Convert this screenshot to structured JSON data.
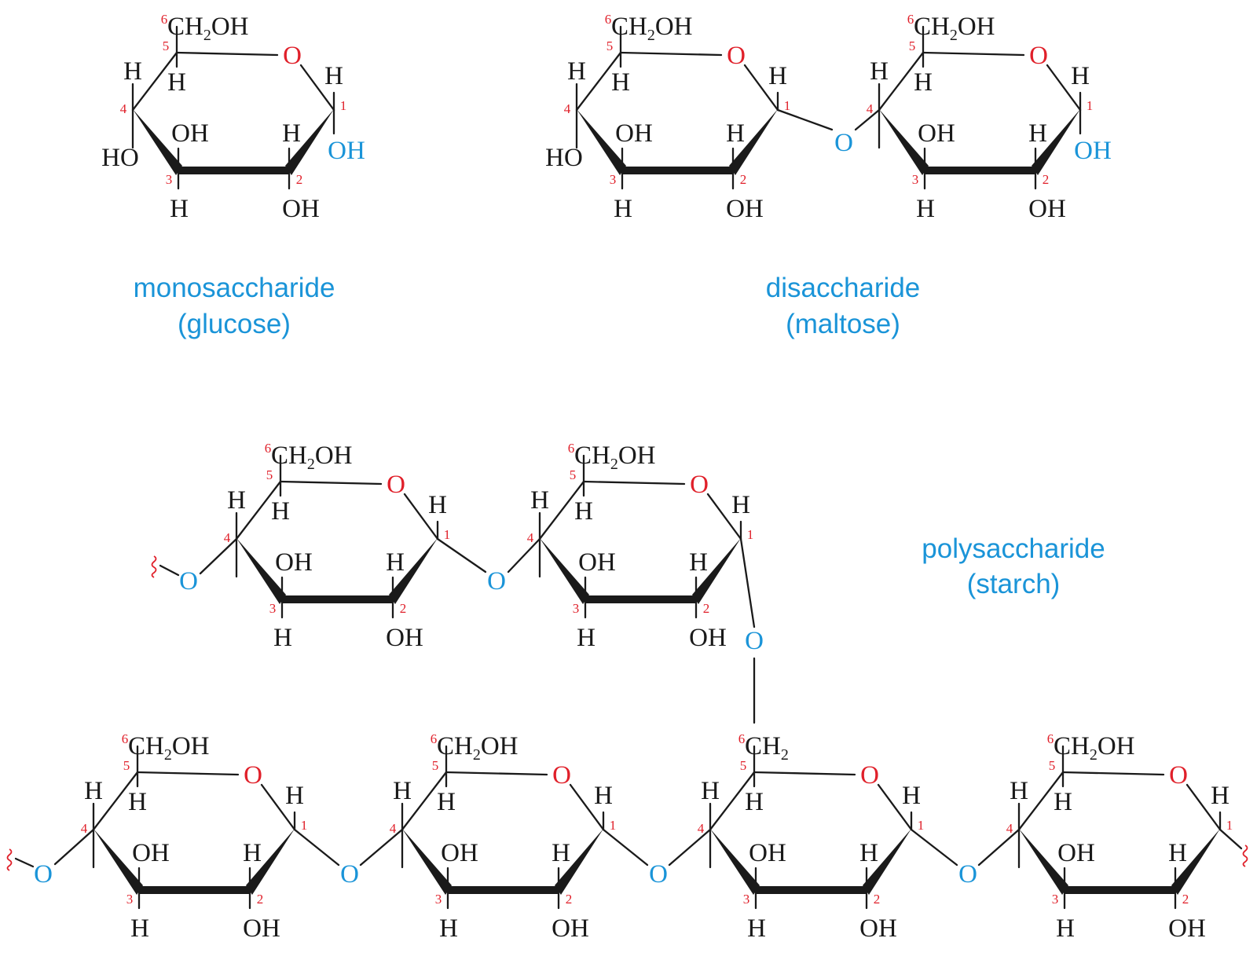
{
  "captions": {
    "mono": {
      "name": "monosaccharide",
      "detail": "(glucose)"
    },
    "di": {
      "name": "disaccharide",
      "detail": "(maltose)"
    },
    "poly": {
      "name": "polysaccharide",
      "detail": "(starch)"
    }
  },
  "atoms": {
    "ch2oh_main": "CH",
    "ch2oh_sub": "2",
    "ch2oh_tail": "OH",
    "ch2_main": "CH",
    "ch2_sub": "2",
    "ring_oxygen": "O",
    "hydrogen": "H",
    "hydroxyl": "OH",
    "hydroxyl_left": "HO",
    "glycosidic_oxygen": "O"
  },
  "carbon_numbers": [
    "1",
    "2",
    "3",
    "4",
    "5",
    "6"
  ],
  "colors": {
    "ring_oxygen": "#e0202a",
    "carbon_number": "#e0202a",
    "linkage": "#1a94d8",
    "caption": "#1a94d8",
    "bond": "#1a1a1a"
  }
}
